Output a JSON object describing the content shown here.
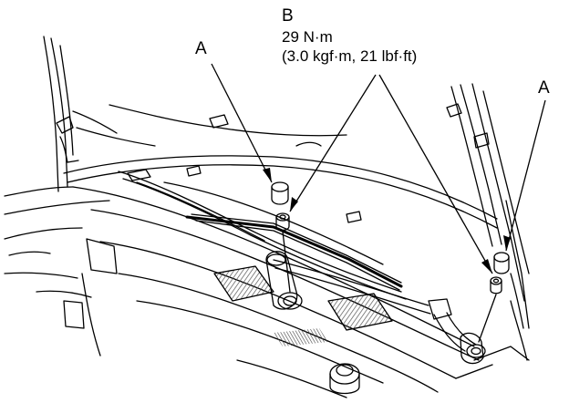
{
  "callouts": {
    "a_left": "A",
    "a_right": "A",
    "b_letter": "B",
    "b_torque_nm": "29 N·m",
    "b_torque_alt": "(3.0 kgf·m, 21 lbf·ft)"
  },
  "colors": {
    "line": "#000000",
    "background": "#ffffff",
    "hatch": "#555555"
  }
}
